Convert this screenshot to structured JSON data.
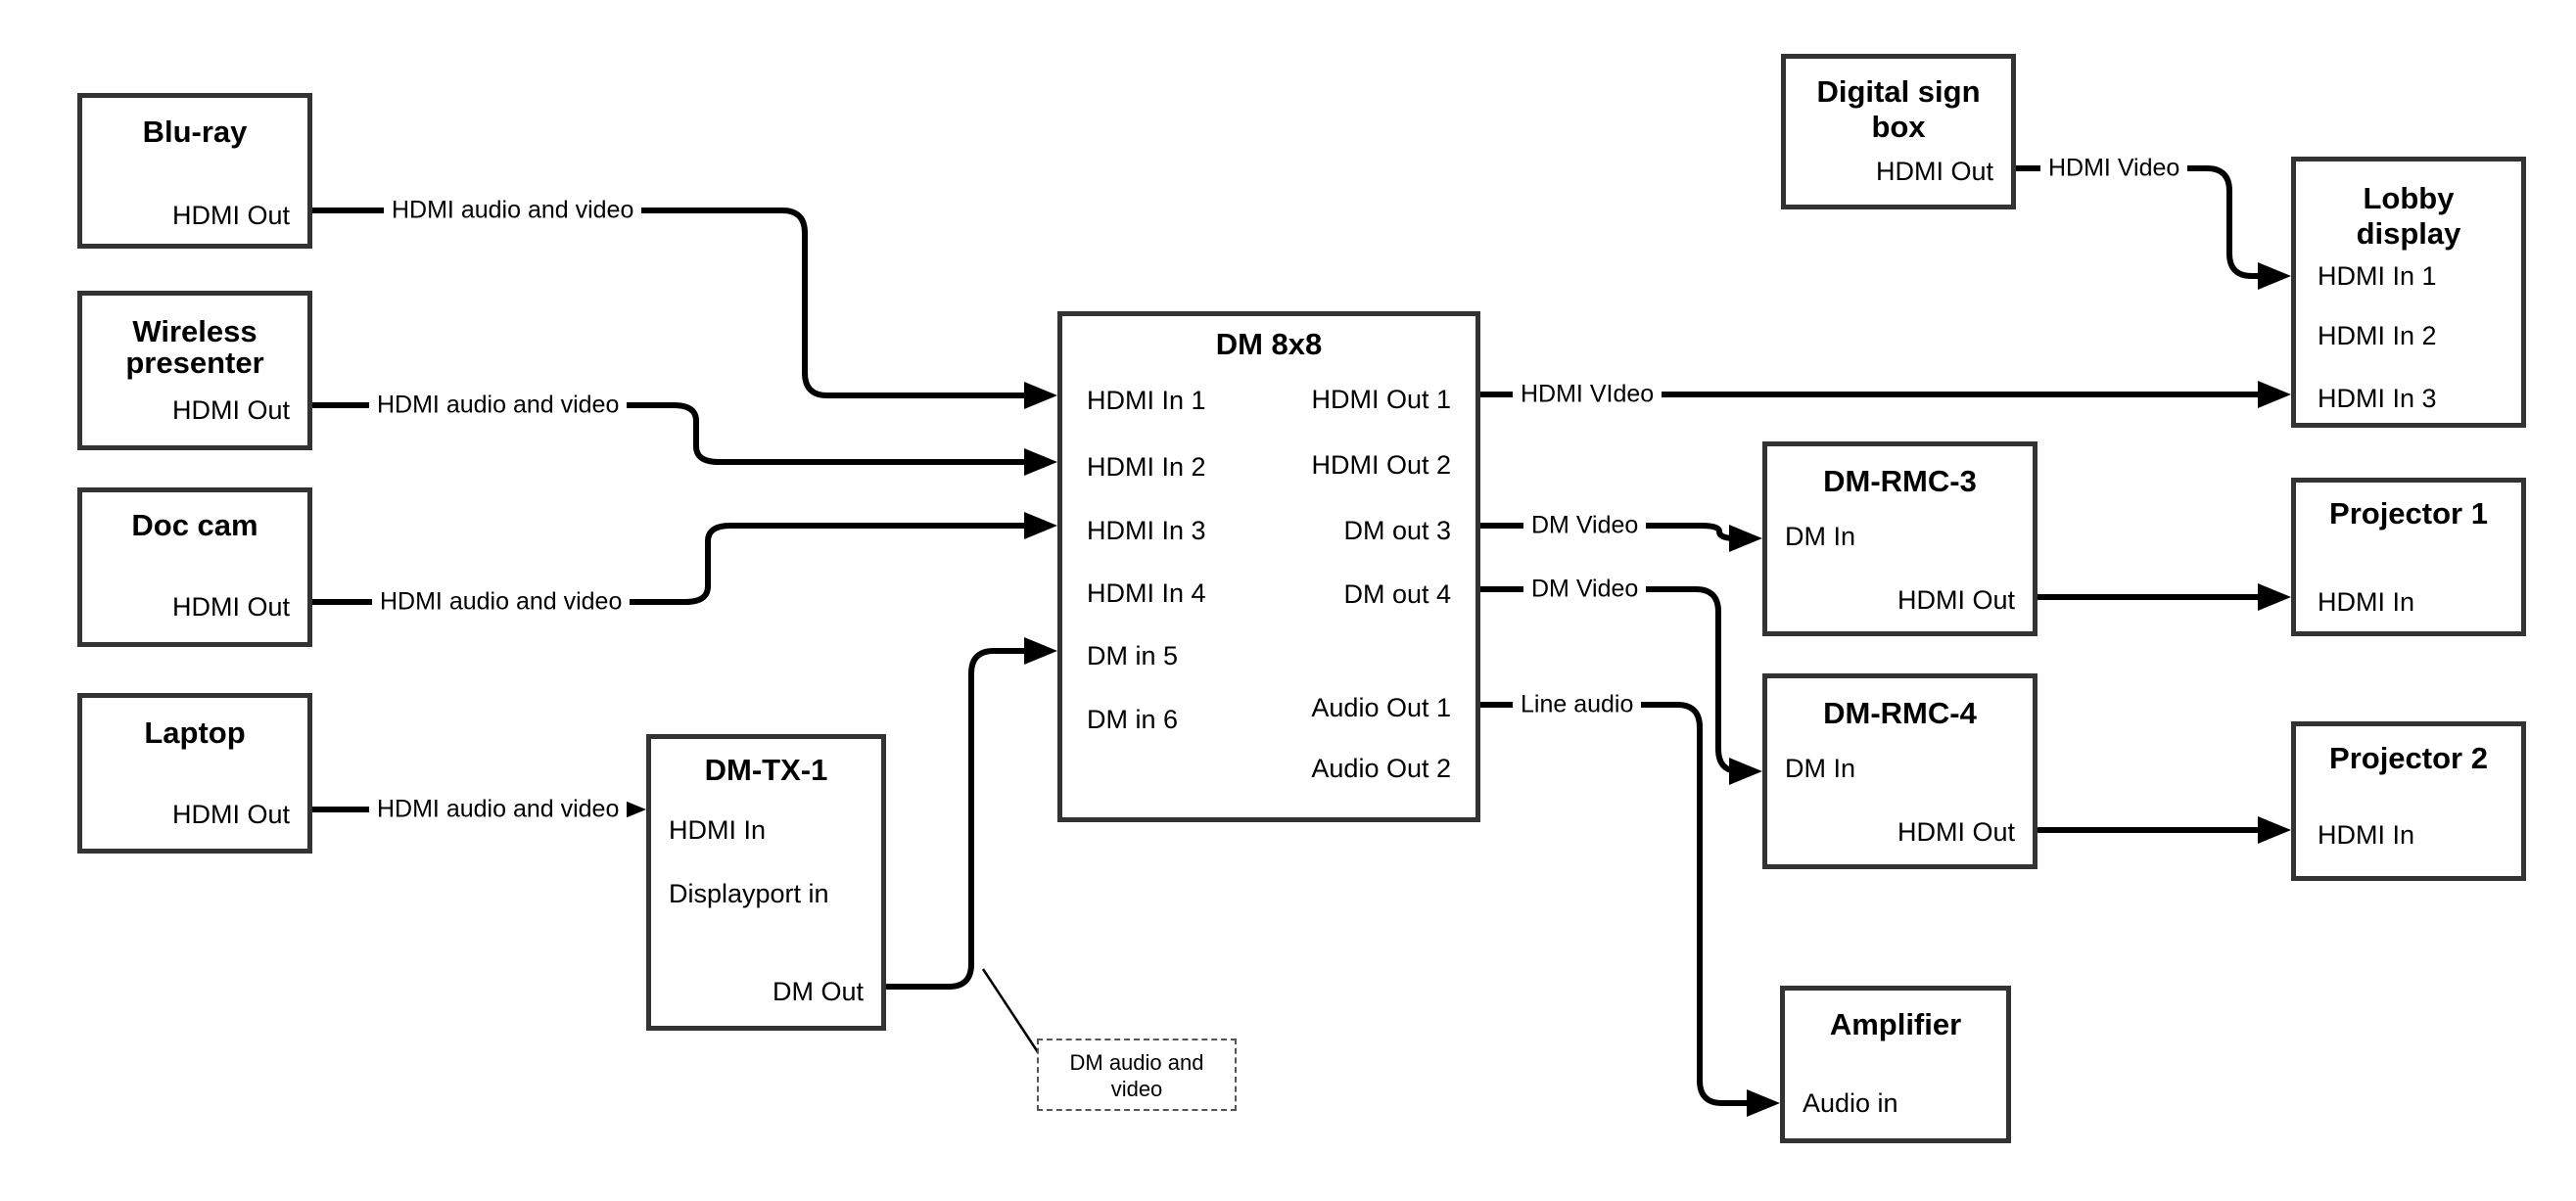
{
  "nodes": {
    "bluray": {
      "title": "Blu-ray",
      "ports": [
        {
          "label": "HDMI Out"
        }
      ]
    },
    "wireless": {
      "title": "Wireless presenter",
      "ports": [
        {
          "label": "HDMI Out"
        }
      ]
    },
    "doc_cam": {
      "title": "Doc cam",
      "ports": [
        {
          "label": "HDMI Out"
        }
      ]
    },
    "laptop": {
      "title": "Laptop",
      "ports": [
        {
          "label": "HDMI Out"
        }
      ]
    },
    "dm_tx_1": {
      "title": "DM-TX-1",
      "ports": [
        {
          "label": "HDMI In"
        },
        {
          "label": "Displayport in"
        },
        {
          "label": "DM Out"
        }
      ]
    },
    "dm_8x8": {
      "title": "DM 8x8",
      "ports": [
        {
          "label": "HDMI In 1"
        },
        {
          "label": "HDMI In 2"
        },
        {
          "label": "HDMI In 3"
        },
        {
          "label": "HDMI In 4"
        },
        {
          "label": "DM in 5"
        },
        {
          "label": "DM in 6"
        },
        {
          "label": "HDMI Out 1"
        },
        {
          "label": "HDMI Out 2"
        },
        {
          "label": "DM out 3"
        },
        {
          "label": "DM out 4"
        },
        {
          "label": "Audio Out 1"
        },
        {
          "label": "Audio Out 2"
        }
      ]
    },
    "digital_sign": {
      "title": "Digital sign box",
      "ports": [
        {
          "label": "HDMI Out"
        }
      ]
    },
    "lobby_display": {
      "title": "Lobby display",
      "ports": [
        {
          "label": "HDMI In 1"
        },
        {
          "label": "HDMI In 2"
        },
        {
          "label": "HDMI In 3"
        }
      ]
    },
    "dm_rmc_3": {
      "title": "DM-RMC-3",
      "ports": [
        {
          "label": "DM In"
        },
        {
          "label": "HDMI Out"
        }
      ]
    },
    "projector_1": {
      "title": "Projector 1",
      "ports": [
        {
          "label": "HDMI In"
        }
      ]
    },
    "dm_rmc_4": {
      "title": "DM-RMC-4",
      "ports": [
        {
          "label": "DM In"
        },
        {
          "label": "HDMI Out"
        }
      ]
    },
    "projector_2": {
      "title": "Projector 2",
      "ports": [
        {
          "label": "HDMI In"
        }
      ]
    },
    "amplifier": {
      "title": "Amplifier",
      "ports": [
        {
          "label": "Audio in"
        }
      ]
    }
  },
  "edge_labels": {
    "bluray_to_dm8x8": "HDMI audio and video",
    "wireless_to_dm8x8": "HDMI audio and video",
    "doccam_to_dm8x8": "HDMI audio and video",
    "laptop_to_dmtx1": "HDMI audio and video",
    "dm8x8_out1_to_lobby": "HDMI VIdeo",
    "dm8x8_out3_to_rmc3": "DM Video",
    "dm8x8_out4_to_rmc4": "DM Video",
    "dm8x8_audio1_to_amp": "Line audio",
    "sign_to_lobby": "HDMI Video",
    "dm_note": "DM audio and video"
  },
  "colors": {
    "line": "#000000",
    "box_border": "#333333",
    "background": "#ffffff"
  }
}
